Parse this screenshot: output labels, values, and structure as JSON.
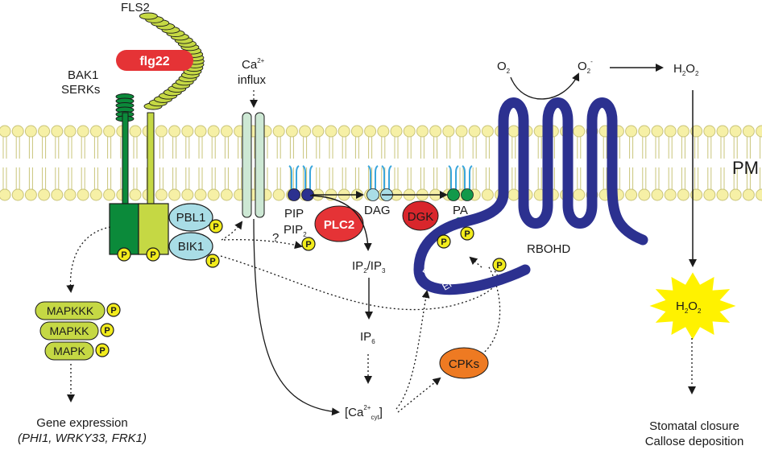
{
  "labels": {
    "fls2": "FLS2",
    "flg22": "flg22",
    "bak1_line1": "BAK1",
    "bak1_line2": "SERKs",
    "ca_influx_main": "Ca",
    "ca_influx_sup": "2+",
    "ca_influx_line2": "influx",
    "o2": "O",
    "o2_sub": "2",
    "o2m": "O",
    "o2m_sub": "2",
    "o2m_sup": "-",
    "h2o2_top": "H",
    "h2o2_top_sub1": "2",
    "h2o2_top_mid": "O",
    "h2o2_top_sub2": "2",
    "pm": "PM",
    "pbl1": "PBL1",
    "bik1": "BIK1",
    "pip": "PIP",
    "pip2_main": "PIP",
    "pip2_sub": "2",
    "question": "?",
    "plc2": "PLC2",
    "dag": "DAG",
    "dgk": "DGK",
    "pa": "PA",
    "rbohd": "RBOHD",
    "ip2ip3_a": "IP",
    "ip2ip3_sub1": "2",
    "ip2ip3_b": "/IP",
    "ip2ip3_sub2": "3",
    "ip6": "IP",
    "ip6_sub": "6",
    "ef1": "EF",
    "ef2": "EF",
    "cpks": "CPKs",
    "ca_cyt_open": "[Ca",
    "ca_cyt_sup": "2+",
    "ca_cyt_sub": "cyt",
    "ca_cyt_close": "]",
    "mapkkk": "MAPKKK",
    "mapkk": "MAPKK",
    "mapk": "MAPK",
    "p": "P",
    "gene_expr": "Gene expression",
    "gene_list": "(PHI1, WRKY33, FRK1)",
    "h2o2_burst": "H",
    "h2o2_burst_sub1": "2",
    "h2o2_burst_mid": "O",
    "h2o2_burst_sub2": "2",
    "stomatal": "Stomatal closure",
    "callose": "Callose deposition"
  },
  "colors": {
    "membrane_head": "#f6f0a6",
    "membrane_head_stroke": "#c9c47a",
    "fls2": "#c5d844",
    "bak1": "#0b8a3a",
    "flg22": "#e53336",
    "kinase_blue": "#a9dde6",
    "phospho": "#f2ec1c",
    "channel": "#cde8d4",
    "rbohd": "#2c3190",
    "pip_head": "#2c3190",
    "dag_head": "#a9dde6",
    "pa_head": "#12994a",
    "lipid_tail": "#3aa6dc",
    "plc2": "#e53336",
    "dgk": "#d9262c",
    "cpks": "#ee7a22",
    "mapk": "#c5d844",
    "h2o2_burst": "#fff200"
  }
}
